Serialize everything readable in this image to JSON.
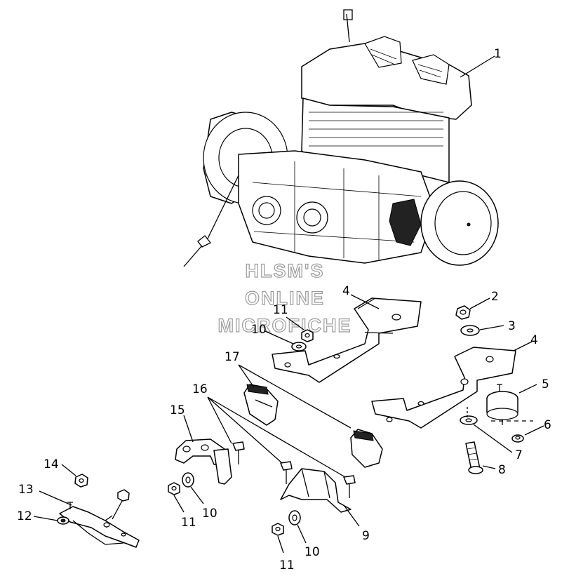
{
  "watermark": {
    "line1": "HLSM'S",
    "line2": "ONLINE",
    "line3": "MICROFICHE"
  },
  "callouts": {
    "c1": "1",
    "c2": "2",
    "c3": "3",
    "c4a": "4",
    "c4b": "4",
    "c5": "5",
    "c6": "6",
    "c7": "7",
    "c8": "8",
    "c9": "9",
    "c10a": "10",
    "c10b": "10",
    "c10c": "10",
    "c11a": "11",
    "c11b": "11",
    "c11c": "11",
    "c12": "12",
    "c13": "13",
    "c14": "14",
    "c15": "15",
    "c16": "16",
    "c17": "17"
  }
}
